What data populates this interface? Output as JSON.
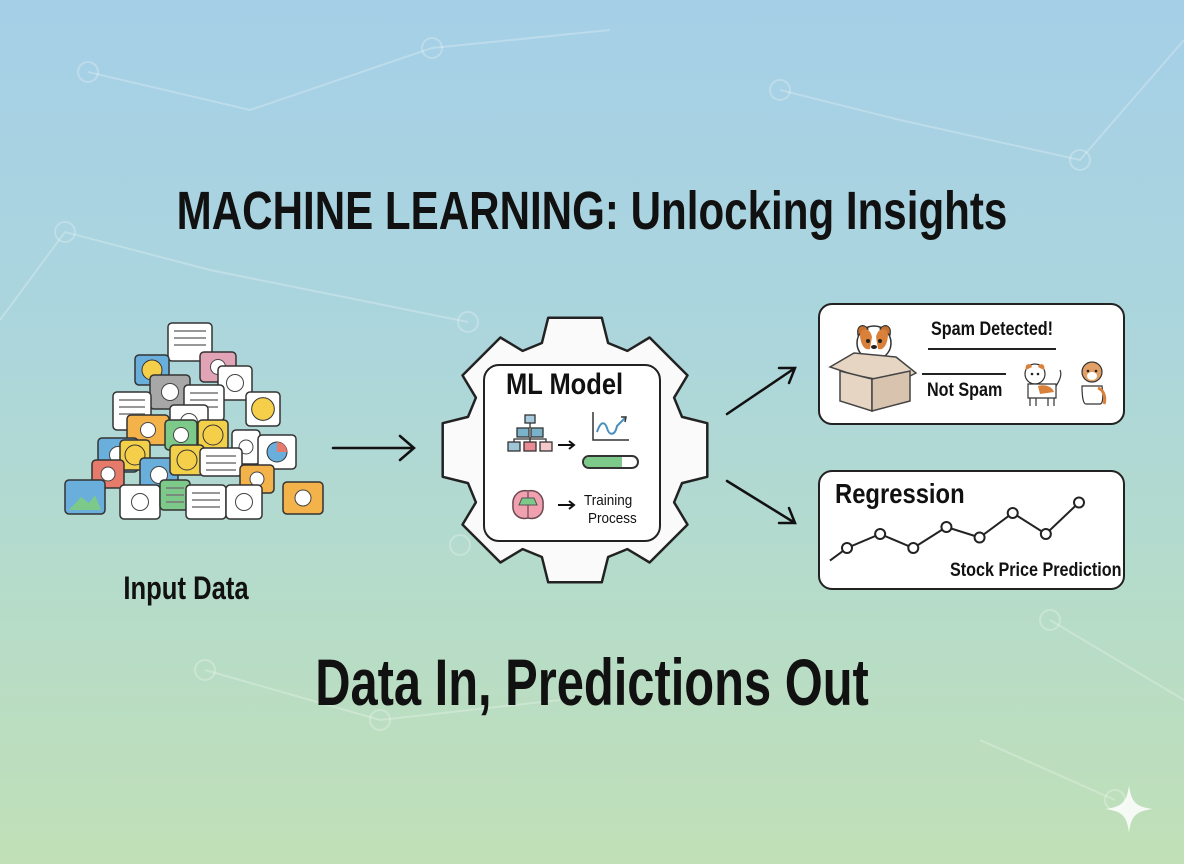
{
  "title": "MACHINE LEARNING: Unlocking Insights",
  "input": {
    "label": "Input Data"
  },
  "model": {
    "title": "ML Model",
    "training_label_line1": "Training",
    "training_label_line2": "Process",
    "progress": 0.72
  },
  "classification": {
    "spam_label": "Spam Detected!",
    "not_spam_label": "Not Spam"
  },
  "regression": {
    "title": "Regression",
    "caption": "Stock Price Prediction",
    "series": [
      2,
      4,
      2,
      5,
      3.5,
      7,
      4,
      8.5
    ]
  },
  "footer": "Data In, Predictions Out",
  "colors": {
    "accent_green": "#7cc98a",
    "dog_orange": "#d9813a",
    "box_tan": "#e6d5c3"
  }
}
